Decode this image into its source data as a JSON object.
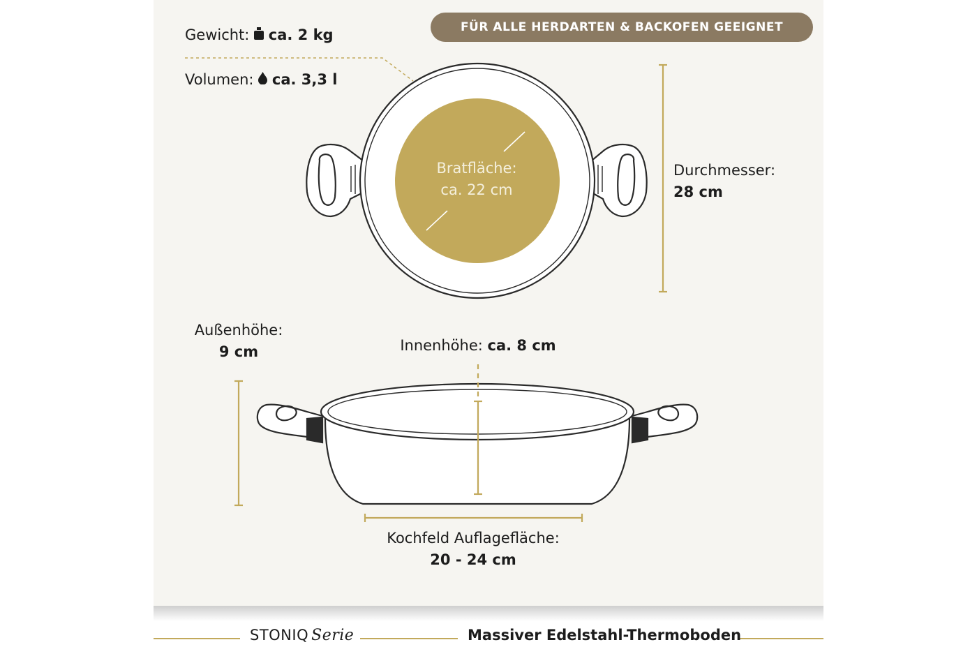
{
  "badge": {
    "text": "FÜR ALLE HERDARTEN & BACKOFEN GEEIGNET"
  },
  "specs": {
    "weight": {
      "label": "Gewicht:",
      "value": "ca. 2 kg",
      "icon": "weight-icon"
    },
    "volume": {
      "label": "Volumen:",
      "value": "ca. 3,3 l",
      "icon": "droplet-icon"
    }
  },
  "top_view": {
    "frying_surface": {
      "label": "Bratfläche:",
      "value": "ca. 22 cm"
    },
    "diameter": {
      "label": "Durchmesser:",
      "value": "28 cm"
    }
  },
  "side_view": {
    "outer_height": {
      "label": "Außenhöhe:",
      "value": "9 cm"
    },
    "inner_height": {
      "label": "Innenhöhe:",
      "value": "ca. 8 cm"
    },
    "hob_surface": {
      "label": "Kochfeld Auflagefläche:",
      "value": "20 - 24 cm"
    }
  },
  "footer": {
    "brand": "STONIQ",
    "brand_suffix": "Serie",
    "claim": "Massiver Edelstahl-Thermoboden"
  },
  "colors": {
    "gold": "#c2a95b",
    "badge": "#8b7a62",
    "panel": "#f6f5f1",
    "outline": "#2a2a2a",
    "ink": "#1c1c1c"
  }
}
